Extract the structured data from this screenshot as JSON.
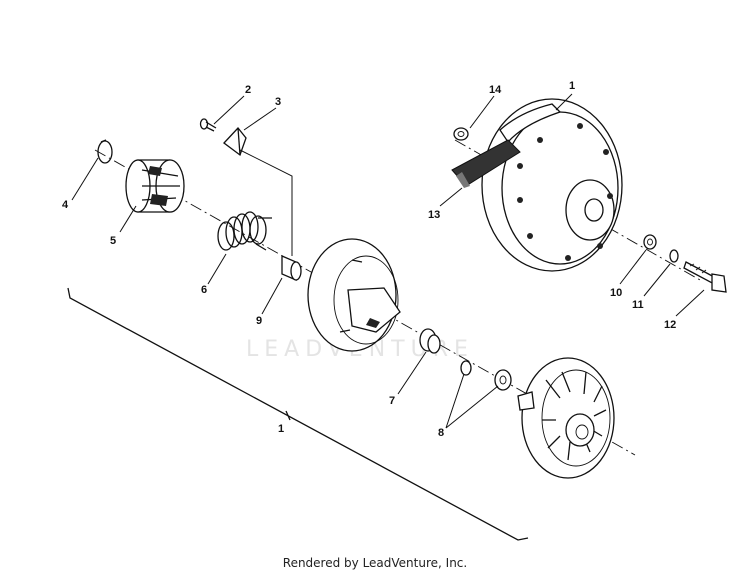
{
  "watermark": "LEADVENTURE",
  "footer": "Rendered by LeadVenture, Inc.",
  "callouts": [
    "1",
    "2",
    "3",
    "4",
    "5",
    "6",
    "7",
    "8",
    "9",
    "10",
    "11",
    "12",
    "13",
    "14",
    "1"
  ]
}
